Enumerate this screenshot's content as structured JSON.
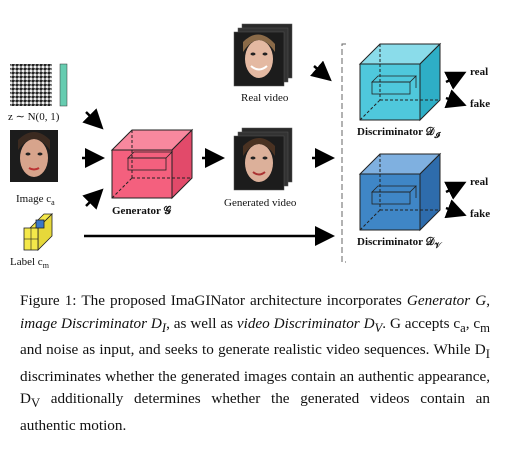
{
  "figure": {
    "noise_label": "z ∼ N(0, 1)",
    "image_label": "Image c",
    "image_sub": "a",
    "label_label": "Label c",
    "label_sub": "m",
    "generator_label": "Generator 𝒢",
    "generated_video_label": "Generated video",
    "real_video_label": "Real video",
    "disc_i_label": "Discriminator 𝒟",
    "disc_i_sub": "𝓘",
    "disc_v_label": "Discriminator 𝒟",
    "disc_v_sub": "𝒱",
    "real_top": "real",
    "fake_top": "fake",
    "real_bottom": "real",
    "fake_bottom": "fake"
  },
  "colors": {
    "generator": "#f4607e",
    "disc_i": "#4fc8dc",
    "disc_v": "#3f86c6",
    "noise_bar": "#66ccb0",
    "label_block": "#f4e84a",
    "label_cell": "#3a78c8"
  },
  "caption": {
    "p1": "Figure 1: The proposed ImaGINator architecture incorporates ",
    "p2": "Generator G",
    "p3": ", ",
    "p4": "image Discriminator D",
    "p4_sub": "I",
    "p5": ", as well as ",
    "p6": "video Discriminator D",
    "p6_sub": "V",
    "p7": ". G accepts c",
    "p7_sub": "a",
    "p8": ", c",
    "p8_sub": "m",
    "p9": " and noise as input, and seeks to generate realistic video sequences. While D",
    "p9_sub": "I",
    "p10": " discriminates whether the generated images contain an authentic appearance, D",
    "p10_sub": "V",
    "p11": " additionally determines whether the generated videos contain an authentic motion."
  }
}
